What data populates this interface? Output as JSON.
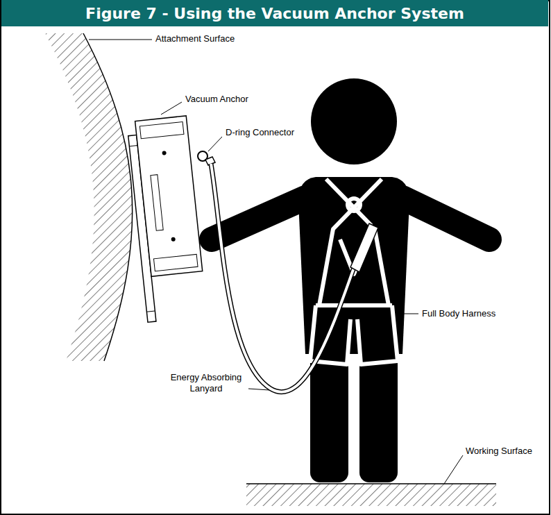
{
  "diagram": {
    "title": "Figure 7 - Using the Vacuum Anchor System",
    "labels": [
      "Attachment Surface",
      "Vacuum Anchor",
      "D-ring Connector",
      "Energy Absorbing Lanyard",
      "Full Body Harness",
      "Working Surface"
    ]
  }
}
